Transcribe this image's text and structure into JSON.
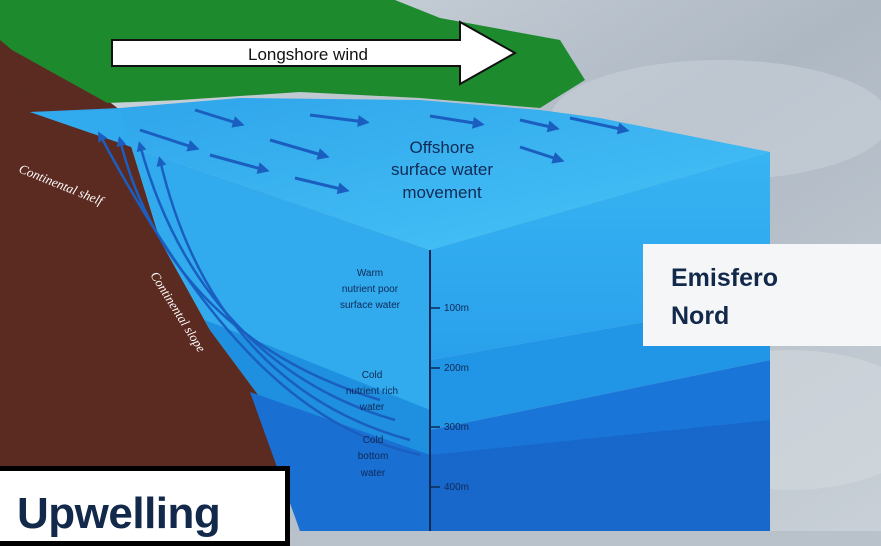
{
  "diagram": {
    "wind_label": "Longshore wind",
    "surface_label_lines": [
      "Offshore",
      "surface water",
      "movement"
    ],
    "shelf_label": "Continental shelf",
    "slope_label": "Continental slope",
    "layers": [
      {
        "lines": [
          "Warm",
          "nutrient poor",
          "surface water"
        ],
        "depth": "100m"
      },
      {
        "lines": [
          "Cold",
          "nutrient rich",
          "water"
        ],
        "depth": "200m"
      },
      {
        "lines": [
          "Cold",
          "bottom",
          "water"
        ],
        "depth": "300m"
      },
      {
        "lines": [],
        "depth": "400m"
      }
    ]
  },
  "hemisphere": {
    "line1": "Emisfero",
    "line2": "Nord"
  },
  "title": "Upwelling",
  "colors": {
    "land_green": "#1e8a2e",
    "earth_brown": "#5b2a20",
    "water_surface": "#3ab7f0",
    "water_mid": "#1f8fe0",
    "water_deep": "#1a6fd3",
    "arrow_blue": "#1a5fc0",
    "title_text": "#13294b"
  }
}
